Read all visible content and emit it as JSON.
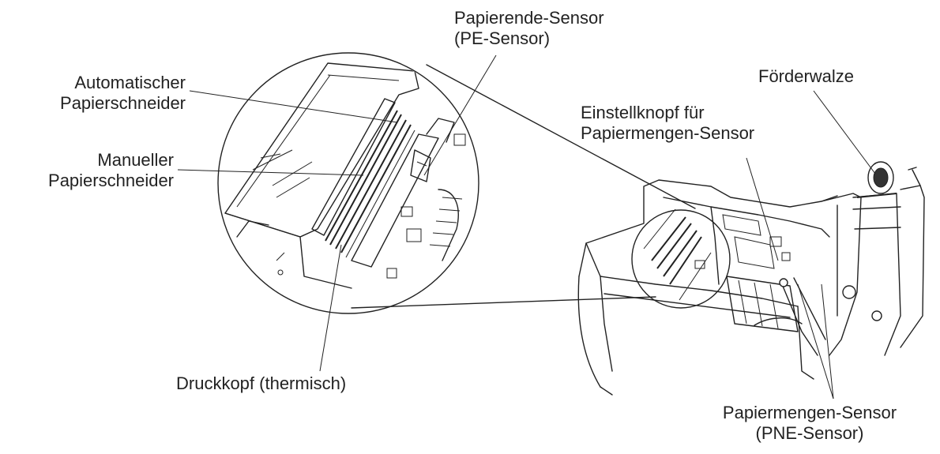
{
  "labels": {
    "pe_sensor": [
      "Papierende-Sensor",
      "(PE-Sensor)"
    ],
    "auto_cutter": [
      "Automatischer",
      "Papierschneider"
    ],
    "manual_cutter": [
      "Manueller",
      "Papierschneider"
    ],
    "feed_roller": "Förderwalze",
    "pne_knob": [
      "Einstellknopf für",
      "Papiermengen-Sensor"
    ],
    "print_head": "Druckkopf (thermisch)",
    "pne_sensor": [
      "Papiermengen-Sensor",
      "(PNE-Sensor)"
    ]
  },
  "colors": {
    "ink": "#222222",
    "background": "#ffffff"
  }
}
